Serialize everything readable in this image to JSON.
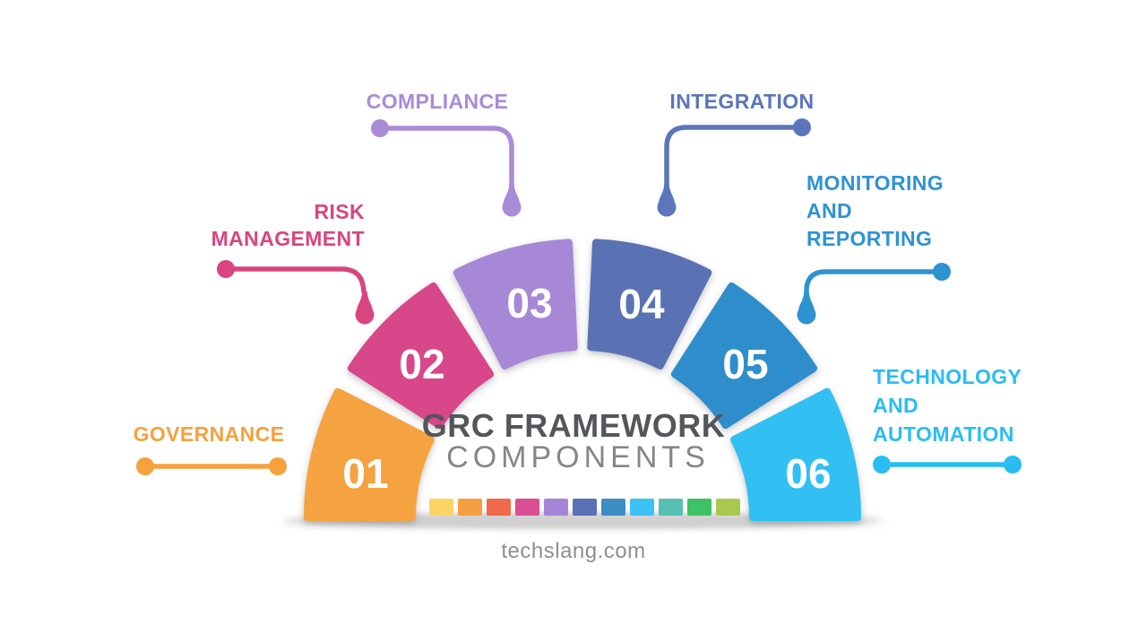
{
  "title": {
    "line1": "GRC FRAMEWORK",
    "line2": "COMPONENTS",
    "line1_color": "#55565a",
    "line2_color": "#85868a"
  },
  "watermark": {
    "text": "techslang.com",
    "color": "#8e8f91"
  },
  "arc": {
    "segments": [
      {
        "number": "01",
        "label": "GOVERNANCE",
        "color": "#F5A23F"
      },
      {
        "number": "02",
        "label": "RISK MANAGEMENT",
        "color": "#D8478A"
      },
      {
        "number": "03",
        "label": "COMPLIANCE",
        "color": "#A688D6"
      },
      {
        "number": "04",
        "label": "INTEGRATION",
        "color": "#5A72B4"
      },
      {
        "number": "05",
        "label": "MONITORING AND REPORTING",
        "color": "#2E8ECB"
      },
      {
        "number": "06",
        "label": "TECHNOLOGY AND AUTOMATION",
        "color": "#33BFF2"
      }
    ],
    "number_color": "#ffffff"
  },
  "labels": {
    "governance": {
      "lines": [
        "GOVERNANCE"
      ],
      "color": "#F6A13E"
    },
    "risk": {
      "lines": [
        "RISK",
        "MANAGEMENT"
      ],
      "color": "#D8457F"
    },
    "compliance": {
      "lines": [
        "COMPLIANCE"
      ],
      "color": "#A98BD8"
    },
    "integration": {
      "lines": [
        "INTEGRATION"
      ],
      "color": "#5B76BB"
    },
    "monitoring": {
      "lines": [
        "MONITORING",
        "AND",
        "REPORTING"
      ],
      "color": "#2E93D1"
    },
    "technology": {
      "lines": [
        "TECHNOLOGY",
        "AND",
        "AUTOMATION"
      ],
      "color": "#29BDF2"
    }
  },
  "palette_strip": [
    "#FBD465",
    "#F69F42",
    "#EE6A4B",
    "#DB4F94",
    "#A685D6",
    "#5A70B5",
    "#3D8DC5",
    "#3BC2F5",
    "#56C1B3",
    "#3EC268",
    "#A9C94E"
  ]
}
